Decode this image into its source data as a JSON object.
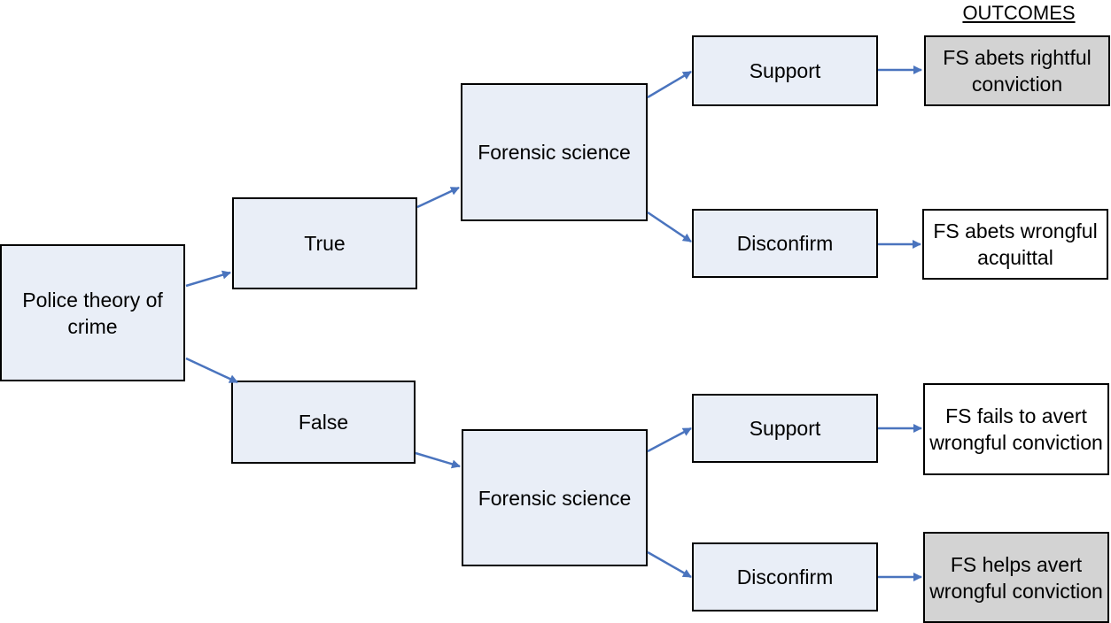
{
  "heading": "OUTCOMES",
  "colors": {
    "arrow": "#4a74be",
    "node_fill": "#e9eef7",
    "outcome_gray": "#d3d3d3",
    "outcome_white": "#ffffff"
  },
  "nodes": {
    "police": "Police theory of crime",
    "true": "True",
    "false": "False",
    "fs_top": "Forensic science",
    "fs_bottom": "Forensic science",
    "support_top": "Support",
    "disconfirm_top": "Disconfirm",
    "support_bottom": "Support",
    "disconfirm_bottom": "Disconfirm"
  },
  "outcomes": {
    "o1": "FS abets rightful conviction",
    "o2": "FS abets wrongful acquittal",
    "o3": "FS fails to avert wrongful conviction",
    "o4": "FS helps avert wrongful conviction"
  }
}
